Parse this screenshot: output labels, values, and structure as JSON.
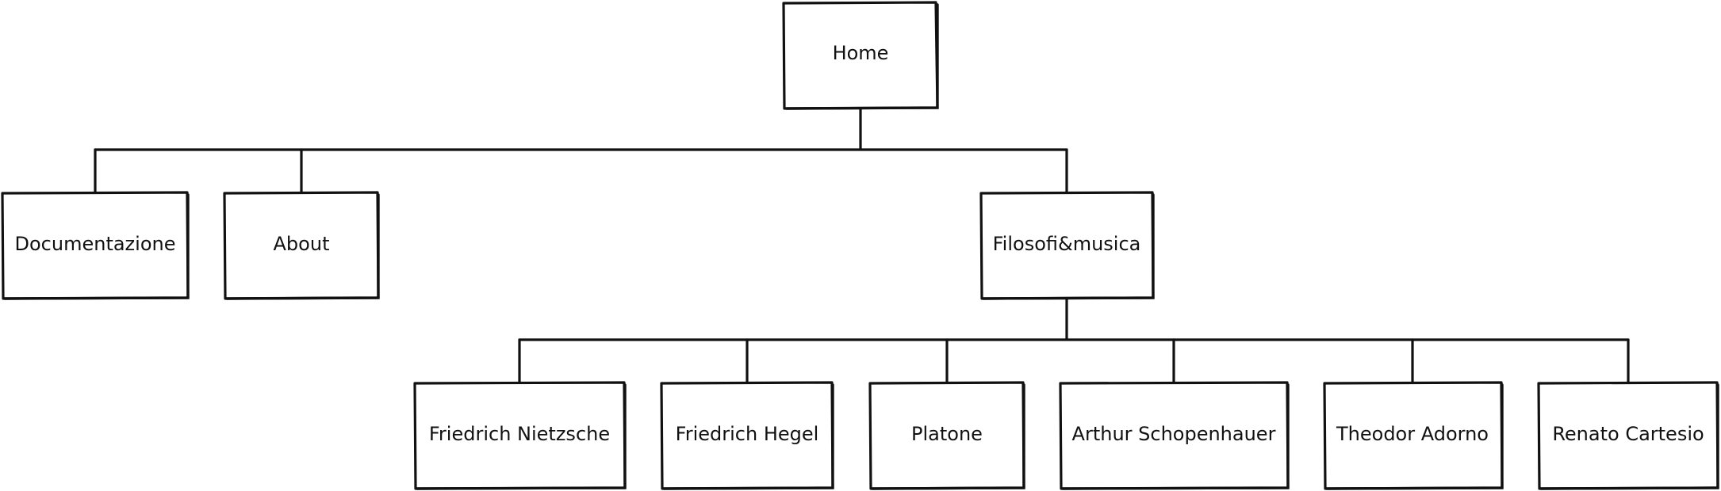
{
  "sitemap": {
    "root": {
      "id": "home",
      "label": "Home"
    },
    "level1": [
      {
        "id": "documentazione",
        "label": "Documentazione"
      },
      {
        "id": "about",
        "label": "About"
      },
      {
        "id": "filosofi",
        "label": "Filosofi&musica"
      }
    ],
    "level2": [
      {
        "id": "nietzsche",
        "label": "Friedrich Nietzsche",
        "parent": "filosofi"
      },
      {
        "id": "hegel",
        "label": "Friedrich Hegel",
        "parent": "filosofi"
      },
      {
        "id": "platone",
        "label": "Platone",
        "parent": "filosofi"
      },
      {
        "id": "schopenhauer",
        "label": "Arthur Schopenhauer",
        "parent": "filosofi"
      },
      {
        "id": "adorno",
        "label": "Theodor Adorno",
        "parent": "filosofi"
      },
      {
        "id": "cartesio",
        "label": "Renato Cartesio",
        "parent": "filosofi"
      }
    ]
  },
  "colors": {
    "stroke": "#111111",
    "fill": "#ffffff"
  }
}
